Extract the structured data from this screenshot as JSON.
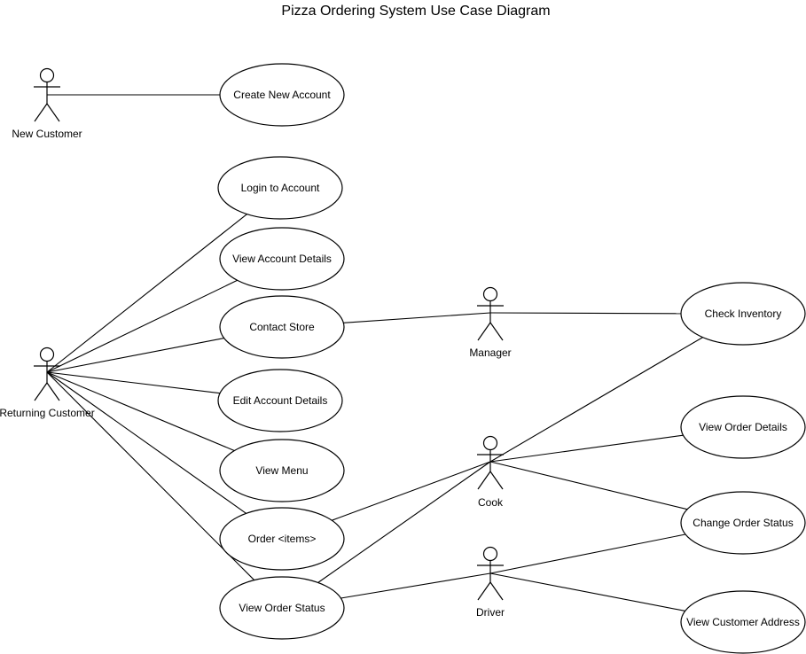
{
  "title": "Pizza Ordering System Use Case Diagram",
  "actors": {
    "new_customer": "New Customer",
    "returning_customer": "Returning Customer",
    "manager": "Manager",
    "cook": "Cook",
    "driver": "Driver"
  },
  "use_cases": {
    "create_account": "Create New Account",
    "login": "Login to Account",
    "view_account": "View Account Details",
    "contact_store": "Contact Store",
    "edit_account": "Edit Account Details",
    "view_menu": "View Menu",
    "order_items": "Order <items>",
    "view_order_status": "View Order Status",
    "check_inventory": "Check Inventory",
    "view_order_details": "View Order Details",
    "change_order_status": "Change Order Status",
    "view_customer_address": "View Customer Address"
  },
  "associations": [
    [
      "actor",
      "new_customer",
      "create_account"
    ],
    [
      "actor",
      "returning_customer",
      "login"
    ],
    [
      "actor",
      "returning_customer",
      "view_account"
    ],
    [
      "actor",
      "returning_customer",
      "contact_store"
    ],
    [
      "actor",
      "returning_customer",
      "edit_account"
    ],
    [
      "actor",
      "returning_customer",
      "view_menu"
    ],
    [
      "actor",
      "returning_customer",
      "order_items"
    ],
    [
      "actor",
      "returning_customer",
      "view_order_status"
    ],
    [
      "actor",
      "manager",
      "contact_store"
    ],
    [
      "actor",
      "manager",
      "check_inventory"
    ],
    [
      "actor",
      "cook",
      "check_inventory"
    ],
    [
      "actor",
      "cook",
      "view_order_details"
    ],
    [
      "actor",
      "cook",
      "change_order_status"
    ],
    [
      "actor",
      "cook",
      "order_items"
    ],
    [
      "actor",
      "cook",
      "view_order_status"
    ],
    [
      "actor",
      "driver",
      "view_order_status"
    ],
    [
      "actor",
      "driver",
      "change_order_status"
    ],
    [
      "actor",
      "driver",
      "view_customer_address"
    ]
  ]
}
